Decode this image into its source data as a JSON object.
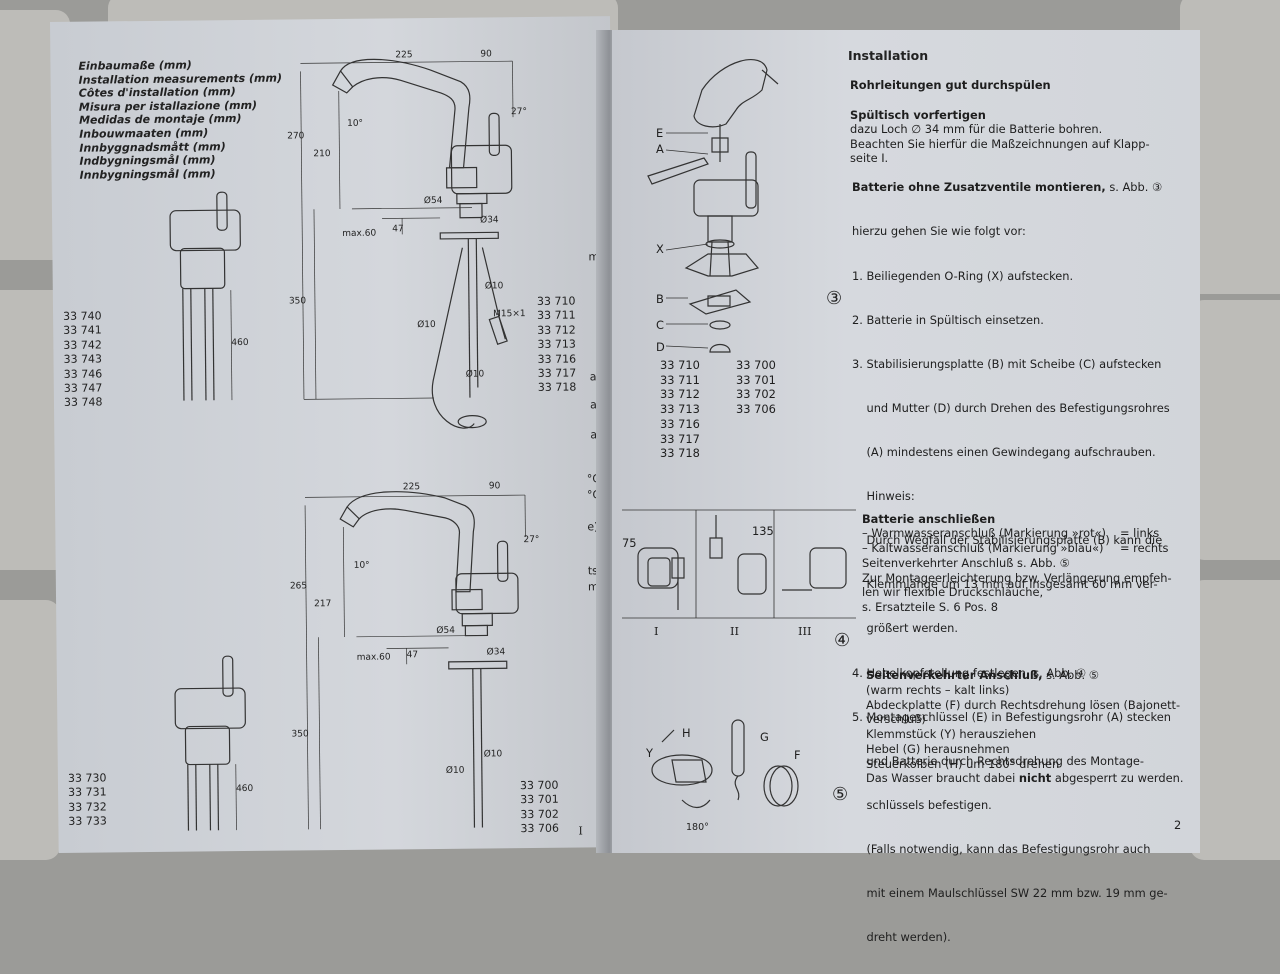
{
  "left_page": {
    "title_lines": [
      "Einbaumaße (mm)",
      "Installation measurements (mm)",
      "Côtes d'installation (mm)",
      "Misura per istallazione (mm)",
      "Medidas de montaje (mm)",
      "Inbouwmaaten (mm)",
      "Innbyggnadsmått (mm)",
      "Indbygningsmål (mm)",
      "Innbygningsmål (mm)"
    ],
    "top_diagram": {
      "dims": {
        "d225": "225",
        "d90": "90",
        "d27": "27°",
        "d270": "270",
        "d210": "210",
        "d10deg": "10°",
        "phi54": "Ø54",
        "phi34": "Ø34",
        "max60": "max.60",
        "d47": "47",
        "d350": "350",
        "phi10a": "Ø10",
        "phi10b": "Ø10",
        "m15": "M15×1",
        "phi10c": "Ø10",
        "d460": "460"
      },
      "models_side": [
        "33 740",
        "33 741",
        "33 742",
        "33 743",
        "33 746",
        "33 747",
        "33 748"
      ],
      "models_main": [
        "33 710",
        "33 711",
        "33 712",
        "33 713",
        "33 716",
        "33 717",
        "33 718"
      ]
    },
    "bottom_diagram": {
      "dims": {
        "d225": "225",
        "d90": "90",
        "d27": "27°",
        "d265": "265",
        "d217": "217",
        "d10deg": "10°",
        "phi54": "Ø54",
        "phi34": "Ø34",
        "max60": "max.60",
        "d47": "47",
        "d350": "350",
        "phi10a": "Ø10",
        "phi10b": "Ø10",
        "d460": "460"
      },
      "models_side": [
        "33 730",
        "33 731",
        "33 732",
        "33 733"
      ],
      "models_main": [
        "33 700",
        "33 701",
        "33 702",
        "33 706"
      ]
    },
    "page_mark": "I",
    "edge_fragments": [
      "m-",
      "ar",
      "ar",
      "ar",
      "°C",
      "°C",
      "e)",
      "ts",
      "m"
    ]
  },
  "right_page": {
    "heading": "Installation",
    "sub_heading": "Rohrleitungen gut durchspülen",
    "sink_heading": "Spültisch vorfertigen",
    "sink_lines": [
      "dazu Loch ∅ 34 mm für die Batterie bohren.",
      "Beachten Sie hierfür die Maßzeichnungen auf Klapp-",
      "seite I."
    ],
    "mount_heading": "Batterie ohne Zusatzventile montieren,",
    "mount_heading_ref": " s. Abb. ③",
    "mount_lines": [
      "hierzu gehen Sie wie folgt vor:",
      "1. Beiliegenden O-Ring (X) aufstecken.",
      "2. Batterie in Spültisch einsetzen.",
      "3. Stabilisierungsplatte (B) mit Scheibe (C) aufstecken",
      "    und Mutter (D) durch Drehen des Befestigungsrohres",
      "    (A) mindestens einen Gewindegang aufschrauben.",
      "    Hinweis:",
      "    Durch Wegfall der Stabilisierungsplatte (B) kann die",
      "    Klemmlänge um 13 mm auf insgesamt 60 mm ver-",
      "    größert werden.",
      "4. Hebelkopfstellung festlegen, s. Abb. ④",
      "5. Montageschlüssel (E) in Befestigungsrohr (A) stecken",
      "    und Batterie durch Rechtsdrehung des Montage-",
      "    schlüssels befestigen.",
      "    (Falls notwendig, kann das Befestigungsrohr auch",
      "    mit einem Maulschlüssel SW 22 mm bzw. 19 mm ge-",
      "    dreht werden)."
    ],
    "fig3": {
      "labels": [
        "E",
        "A",
        "X",
        "B",
        "C",
        "D"
      ],
      "number": "③",
      "models_col1": [
        "33 710",
        "33 711",
        "33 712",
        "33 713",
        "33 716",
        "33 717",
        "33 718"
      ],
      "models_col2": [
        "33 700",
        "33 701",
        "33 702",
        "33 706"
      ]
    },
    "connect_heading": "Batterie anschließen",
    "connect_rows": [
      {
        "label": "– Warmwasseranschluß (Markierung »rot«)",
        "value": "= links"
      },
      {
        "label": "– Kaltwasseranschluß (Markierung »blau«)",
        "value": "= rechts"
      }
    ],
    "connect_lines": [
      "Seitenverkehrter Anschluß s. Abb. ⑤",
      "Zur Montageerleichterung bzw. Verlängerung empfeh-",
      "len wir flexible Druckschläuche,",
      "s. Ersatzteile S. 6 Pos. 8"
    ],
    "fig4": {
      "d75": "75",
      "d135": "135",
      "roman": [
        "I",
        "II",
        "III"
      ],
      "number": "④"
    },
    "reverse_heading": "Seitenverkehrter Anschluß,",
    "reverse_heading_ref": " s. Abb. ⑤",
    "reverse_lines": [
      "(warm rechts – kalt links)",
      "Abdeckplatte (F) durch Rechtsdrehung lösen (Bajonett-",
      "verschluß)",
      "Klemmstück (Y) herausziehen",
      "Hebel (G) herausnehmen",
      "Steuerkolben (H) um 180° drehen"
    ],
    "water_pre": "Das Wasser braucht dabei ",
    "water_bold": "nicht",
    "water_post": " abgesperrt zu werden.",
    "fig5": {
      "labels": [
        "Y",
        "H",
        "G",
        "F"
      ],
      "deg": "180°",
      "number": "⑤"
    },
    "page_number": "2"
  }
}
